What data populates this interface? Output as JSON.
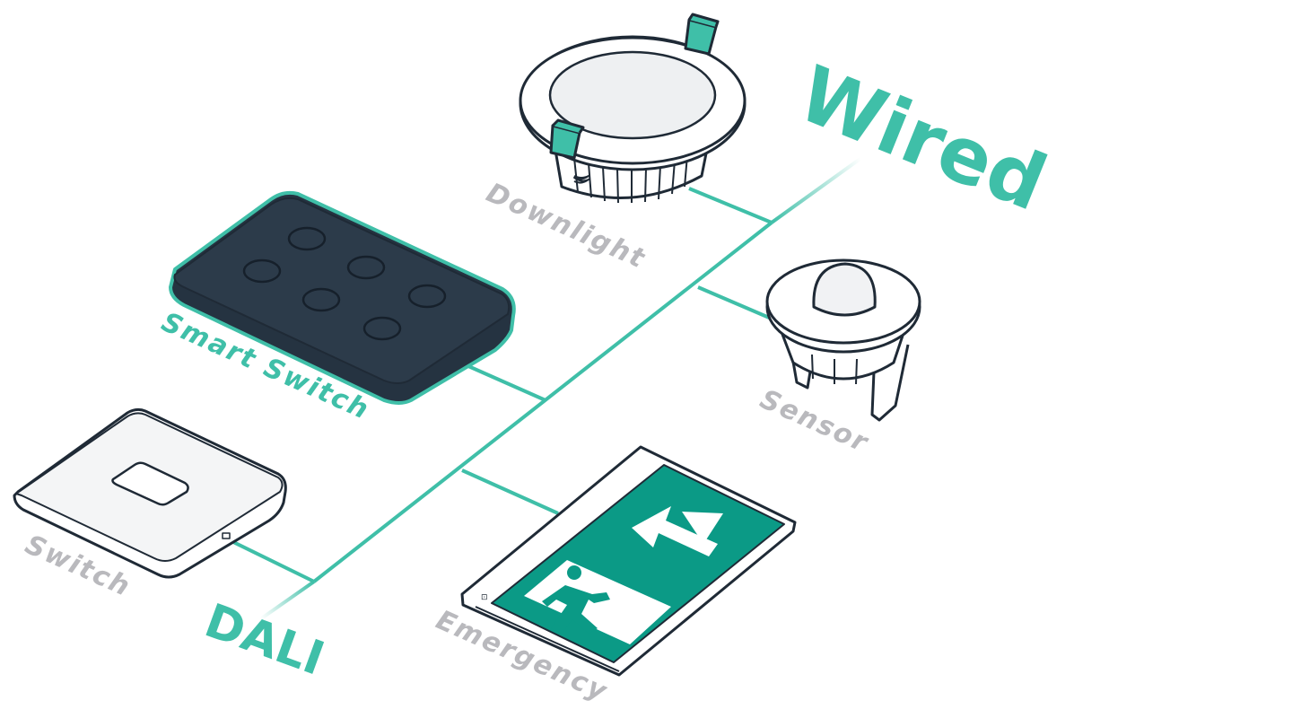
{
  "colors": {
    "accent": "#3fbfa8",
    "line": "#3fbfa8",
    "outline": "#1f2a36",
    "label_gray": "#b9b9bd",
    "exit_sign_green": "#0b9a86",
    "switch_dark": "#253341"
  },
  "bus": {
    "top_label": "Wired",
    "bottom_label": "DALI"
  },
  "devices": [
    {
      "name": "downlight",
      "label": "Downlight",
      "label_color": "gray",
      "icon": "downlight-icon"
    },
    {
      "name": "sensor",
      "label": "Sensor",
      "label_color": "gray",
      "icon": "sensor-icon"
    },
    {
      "name": "smart-switch",
      "label": "Smart Switch",
      "label_color": "teal",
      "icon": "smart-switch-icon"
    },
    {
      "name": "switch",
      "label": "Switch",
      "label_color": "gray",
      "icon": "switch-icon"
    },
    {
      "name": "emergency",
      "label": "Emergency",
      "label_color": "gray",
      "icon": "exit-sign-icon"
    }
  ]
}
